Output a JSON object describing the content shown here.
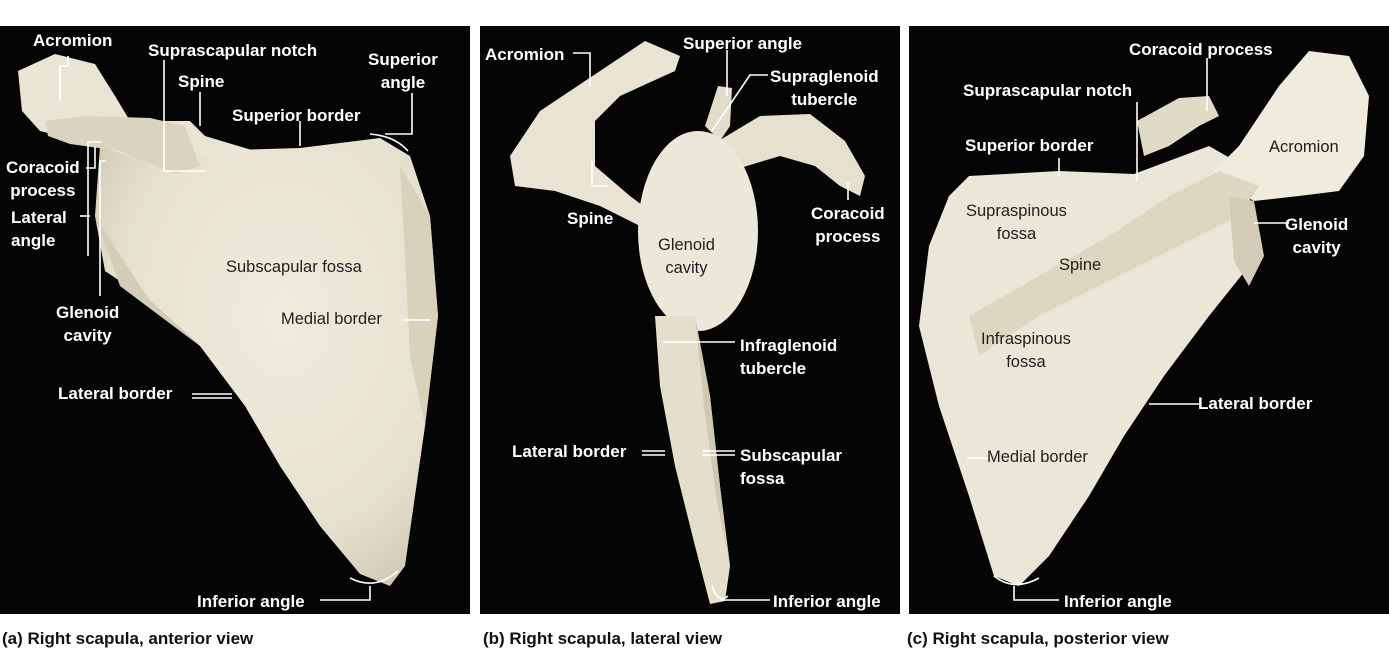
{
  "colors": {
    "background": "#050505",
    "bone": "#ebe7d8",
    "bone_shadow": "#cfc9b4",
    "label": "#ffffff",
    "caption": "#111111"
  },
  "panels": {
    "a": {
      "caption": "(a) Right scapula, anterior view",
      "labels": {
        "acromion": "Acromion",
        "suprascapular_notch": "Suprascapular notch",
        "spine": "Spine",
        "superior_angle": "Superior\nangle",
        "superior_border": "Superior border",
        "coracoid_process": "Coracoid\nprocess",
        "lateral_angle": "Lateral\nangle",
        "glenoid_cavity": "Glenoid\ncavity",
        "lateral_border": "Lateral border",
        "inferior_angle": "Inferior angle",
        "subscapular_fossa": "Subscapular fossa",
        "medial_border": "Medial border"
      }
    },
    "b": {
      "caption": "(b) Right scapula, lateral view",
      "labels": {
        "acromion": "Acromion",
        "superior_angle": "Superior angle",
        "supraglenoid_tubercle": "Supraglenoid\ntubercle",
        "spine": "Spine",
        "coracoid_process": "Coracoid\nprocess",
        "glenoid_cavity": "Glenoid\ncavity",
        "infraglenoid_tubercle": "Infraglenoid\ntubercle",
        "lateral_border": "Lateral border",
        "subscapular_fossa": "Subscapular\nfossa",
        "inferior_angle": "Inferior angle"
      }
    },
    "c": {
      "caption": "(c) Right scapula, posterior view",
      "labels": {
        "coracoid_process": "Coracoid process",
        "suprascapular_notch": "Suprascapular notch",
        "acromion": "Acromion",
        "superior_border": "Superior border",
        "glenoid_cavity": "Glenoid\ncavity",
        "supraspinous_fossa": "Supraspinous\nfossa",
        "spine": "Spine",
        "infraspinous_fossa": "Infraspinous\nfossa",
        "lateral_border": "Lateral border",
        "medial_border": "Medial border",
        "inferior_angle": "Inferior angle"
      }
    }
  }
}
